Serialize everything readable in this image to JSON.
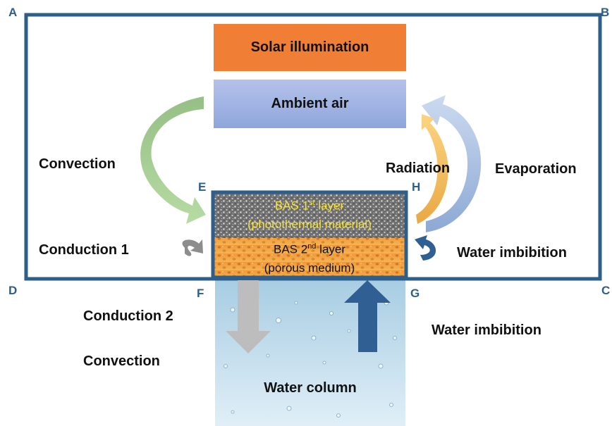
{
  "corners": {
    "a": "A",
    "b": "B",
    "c": "C",
    "d": "D",
    "e": "E",
    "f": "F",
    "g": "G",
    "h": "H"
  },
  "boxes": {
    "solar": "Solar illumination",
    "ambient": "Ambient air",
    "layer1_line1_pre": "BAS 1",
    "layer1_line1_sup": "st",
    "layer1_line1_post": " layer",
    "layer1_line2": "(photothermal material)",
    "layer2_line1_pre": "BAS 2",
    "layer2_line1_sup": "nd",
    "layer2_line1_post": " layer",
    "layer2_line2": "(porous medium)",
    "water": "Water column"
  },
  "labels": {
    "convection_top": "Convection",
    "radiation": "Radiation",
    "evaporation": "Evaporation",
    "conduction1": "Conduction 1",
    "water_imbibition_top": "Water imbibition",
    "conduction2": "Conduction 2",
    "convection_bottom": "Convection",
    "water_imbibition_bottom": "Water imbibition"
  },
  "colors": {
    "frame": "#2e5e8a",
    "solar": "#f07f35",
    "ambient": "#9fb2e0",
    "layer1_text": "#f4e23a",
    "layer2": "#f2a23a",
    "water": "#bcd9ea",
    "arrow_green": "#86b46f",
    "arrow_orange": "#f3b64b",
    "arrow_blue_light": "#9db8dd",
    "arrow_blue_dark": "#2f5f93",
    "arrow_gray": "#8d8d8d"
  }
}
